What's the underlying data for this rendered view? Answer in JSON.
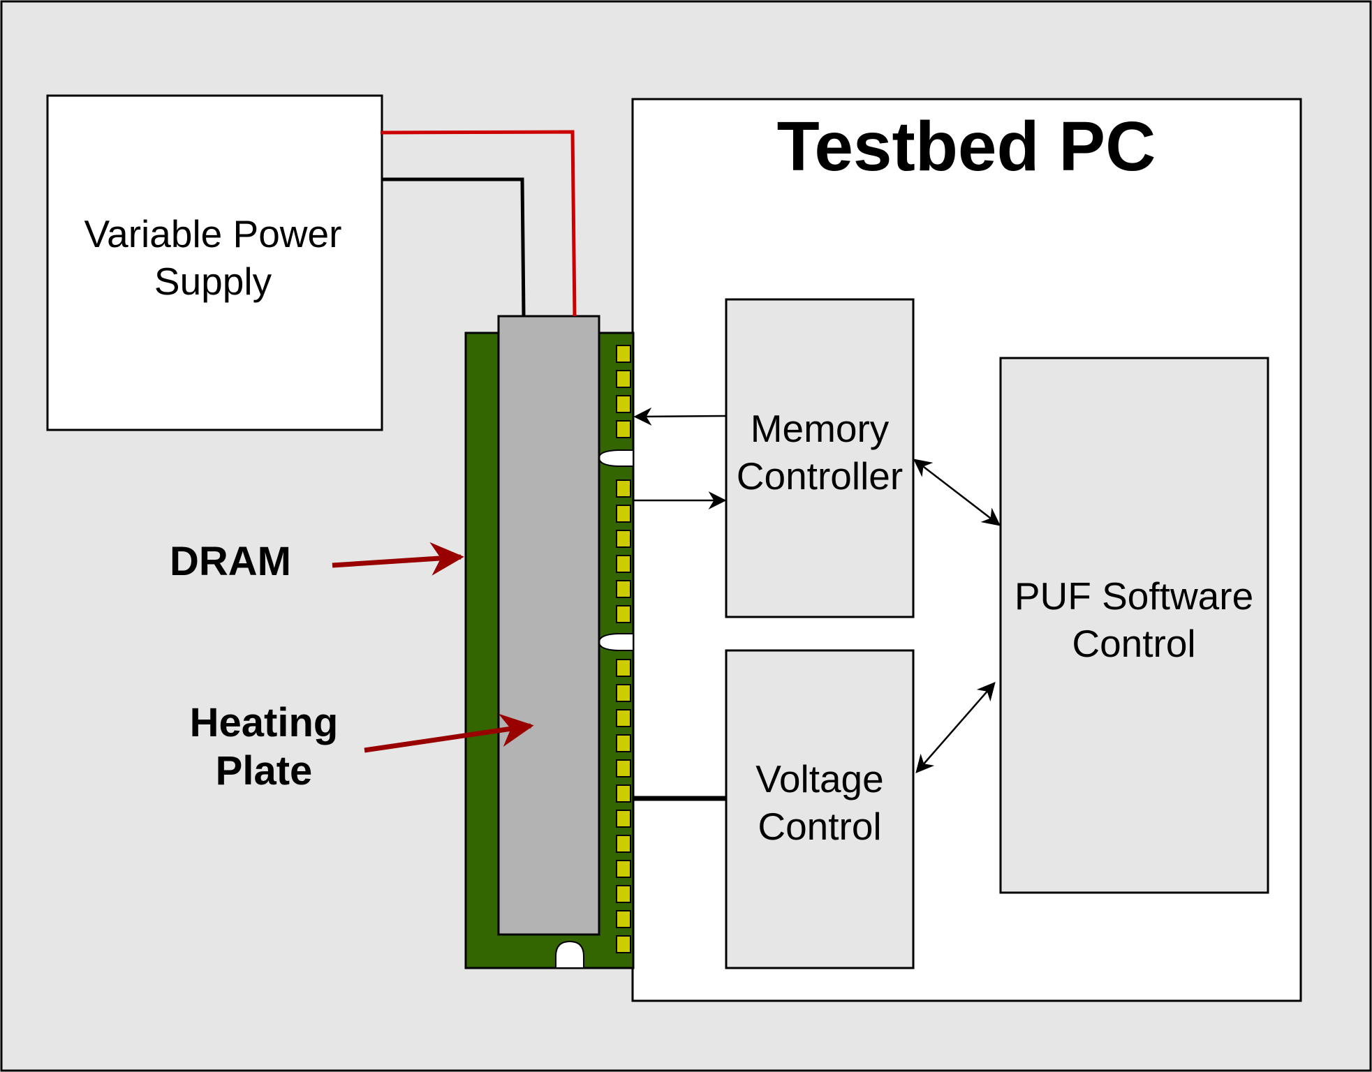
{
  "diagram": {
    "power_supply": {
      "line1": "Variable Power",
      "line2": "Supply"
    },
    "testbed": {
      "title": "Testbed PC"
    },
    "memory_controller": {
      "line1": "Memory",
      "line2": "Controller"
    },
    "voltage_control": {
      "line1": "Voltage",
      "line2": "Control"
    },
    "puf_control": {
      "line1": "PUF Software",
      "line2": "Control"
    },
    "dram_label": "DRAM",
    "heating_plate_label": {
      "line1": "Heating",
      "line2": "Plate"
    }
  },
  "colors": {
    "background": "#e6e6e6",
    "box_fill": "#ffffff",
    "inner_box_fill": "#e6e6e6",
    "pcb_green": "#336600",
    "heating_plate_gray": "#b3b3b3",
    "contact_yellow": "#cccc00",
    "wire_red": "#cc0000",
    "wire_black": "#000000",
    "pointer_arrow": "#990000"
  }
}
